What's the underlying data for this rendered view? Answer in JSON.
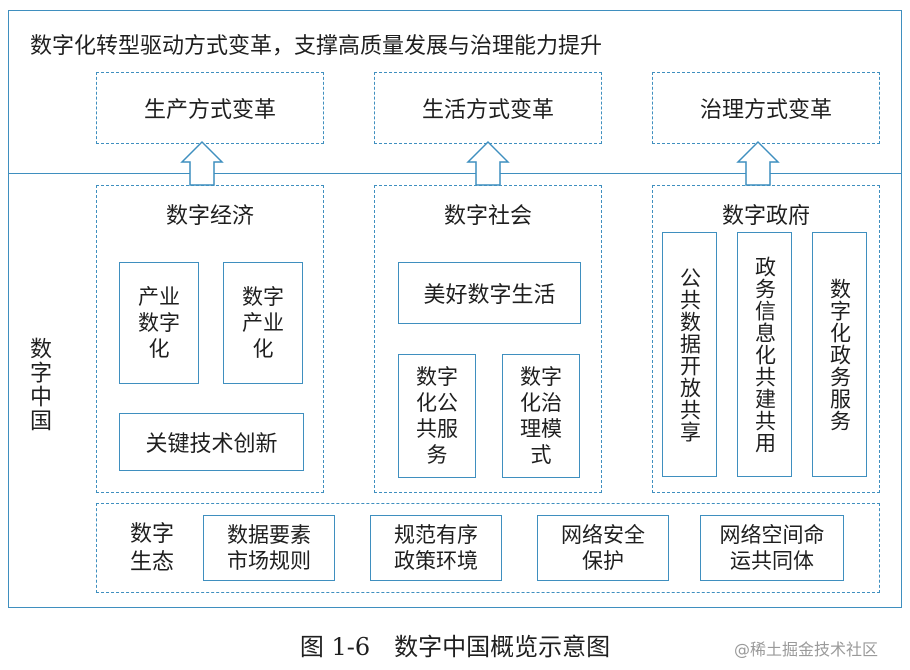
{
  "top": {
    "title": "数字化转型驱动方式变革，支撑高质量发展与治理能力提升",
    "changes": [
      "生产方式变革",
      "生活方式变革",
      "治理方式变革"
    ]
  },
  "left_label": "数字中国",
  "economy": {
    "title": "数字经济",
    "items": [
      "产业\n数字\n化",
      "数字\n产业\n化"
    ],
    "bottom": "关键技术创新"
  },
  "society": {
    "title": "数字社会",
    "top_item": "美好数字生活",
    "items": [
      "数字\n化公\n共服\n务",
      "数字\n化治\n理模\n式"
    ]
  },
  "government": {
    "title": "数字政府",
    "items": [
      "公共数据开放共享",
      "政务信息化共建共用",
      "数字化政务服务"
    ]
  },
  "ecology": {
    "label": "数字\n生态",
    "items": [
      "数据要素\n市场规则",
      "规范有序\n政策环境",
      "网络安全\n保护",
      "网络空间命\n运共同体"
    ]
  },
  "caption": "图 1-6　数字中国概览示意图",
  "watermark": "@稀土掘金技术社区",
  "colors": {
    "line": "#3f8fbf",
    "text": "#1f1f1f"
  }
}
